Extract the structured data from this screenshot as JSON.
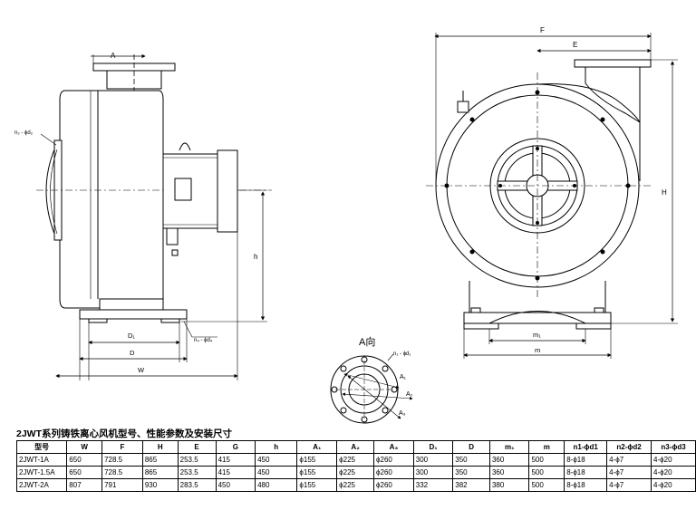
{
  "drawing": {
    "side_view": {
      "dim_A": "A",
      "label_n2d2": "n₂ - ϕd₂",
      "label_n4d4": "n₄ - ϕd₄",
      "dim_h": "h",
      "dim_D1": "D₁",
      "dim_D": "D",
      "dim_W": "W"
    },
    "front_view": {
      "dim_F": "F",
      "dim_E": "E",
      "dim_H": "H",
      "dim_m1": "m₁",
      "dim_m": "m"
    },
    "flange_view": {
      "title": "A向",
      "label_n1d1": "n₁ - ϕd₁",
      "dim_A1": "A₁",
      "dim_A2": "A₂",
      "dim_A3": "A₃"
    }
  },
  "table": {
    "caption": "2JWT系列铸铁离心风机型号、性能参数及安装尺寸",
    "headers": [
      "型号",
      "W",
      "F",
      "H",
      "E",
      "G",
      "h",
      "A₁",
      "A₂",
      "A₃",
      "D₁",
      "D",
      "m₁",
      "m",
      "n1-ϕd1",
      "n2-ϕd2",
      "n3-ϕd3"
    ],
    "rows": [
      [
        "2JWT-1A",
        "650",
        "728.5",
        "865",
        "253.5",
        "415",
        "450",
        "ϕ155",
        "ϕ225",
        "ϕ260",
        "300",
        "350",
        "360",
        "500",
        "8-ϕ18",
        "4-ϕ7",
        "4-ϕ20"
      ],
      [
        "2JWT-1.5A",
        "650",
        "728.5",
        "865",
        "253.5",
        "415",
        "450",
        "ϕ155",
        "ϕ225",
        "ϕ260",
        "300",
        "350",
        "360",
        "500",
        "8-ϕ18",
        "4-ϕ7",
        "4-ϕ20"
      ],
      [
        "2JWT-2A",
        "807",
        "791",
        "930",
        "283.5",
        "450",
        "480",
        "ϕ155",
        "ϕ225",
        "ϕ260",
        "332",
        "382",
        "380",
        "500",
        "8-ϕ18",
        "4-ϕ7",
        "4-ϕ20"
      ]
    ]
  }
}
